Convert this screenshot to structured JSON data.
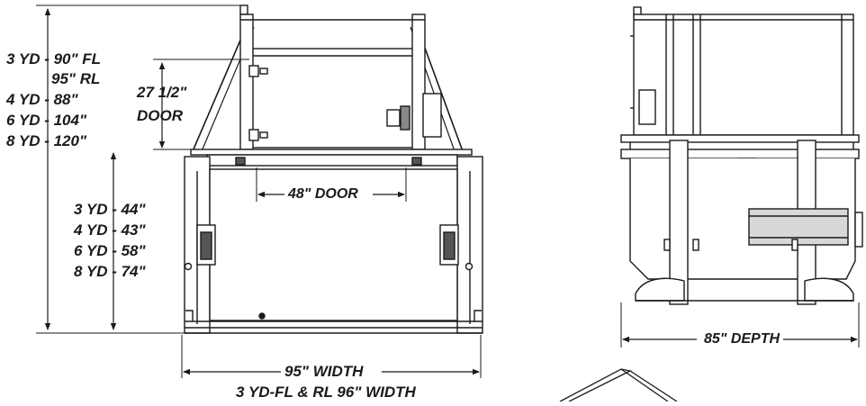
{
  "colors": {
    "line": "#1a1a1a",
    "fill_gray": "#d8d8d8",
    "fill_dark": "#555555"
  },
  "labels": {
    "overall_height": [
      "3 YD - 90\" FL",
      "95\" RL",
      "4 YD - 88\"",
      "6 YD - 104\"",
      "8 YD - 120\""
    ],
    "door_height_value": "27 1/2\"",
    "door_height_word": "DOOR",
    "container_height": [
      "3 YD - 44\"",
      "4 YD - 43\"",
      "6 YD - 58\"",
      "8 YD - 74\""
    ],
    "door_width": "48\" DOOR",
    "width": "95\" WIDTH",
    "width_note": "3 YD-FL & RL 96\" WIDTH",
    "depth": "85\" DEPTH"
  }
}
